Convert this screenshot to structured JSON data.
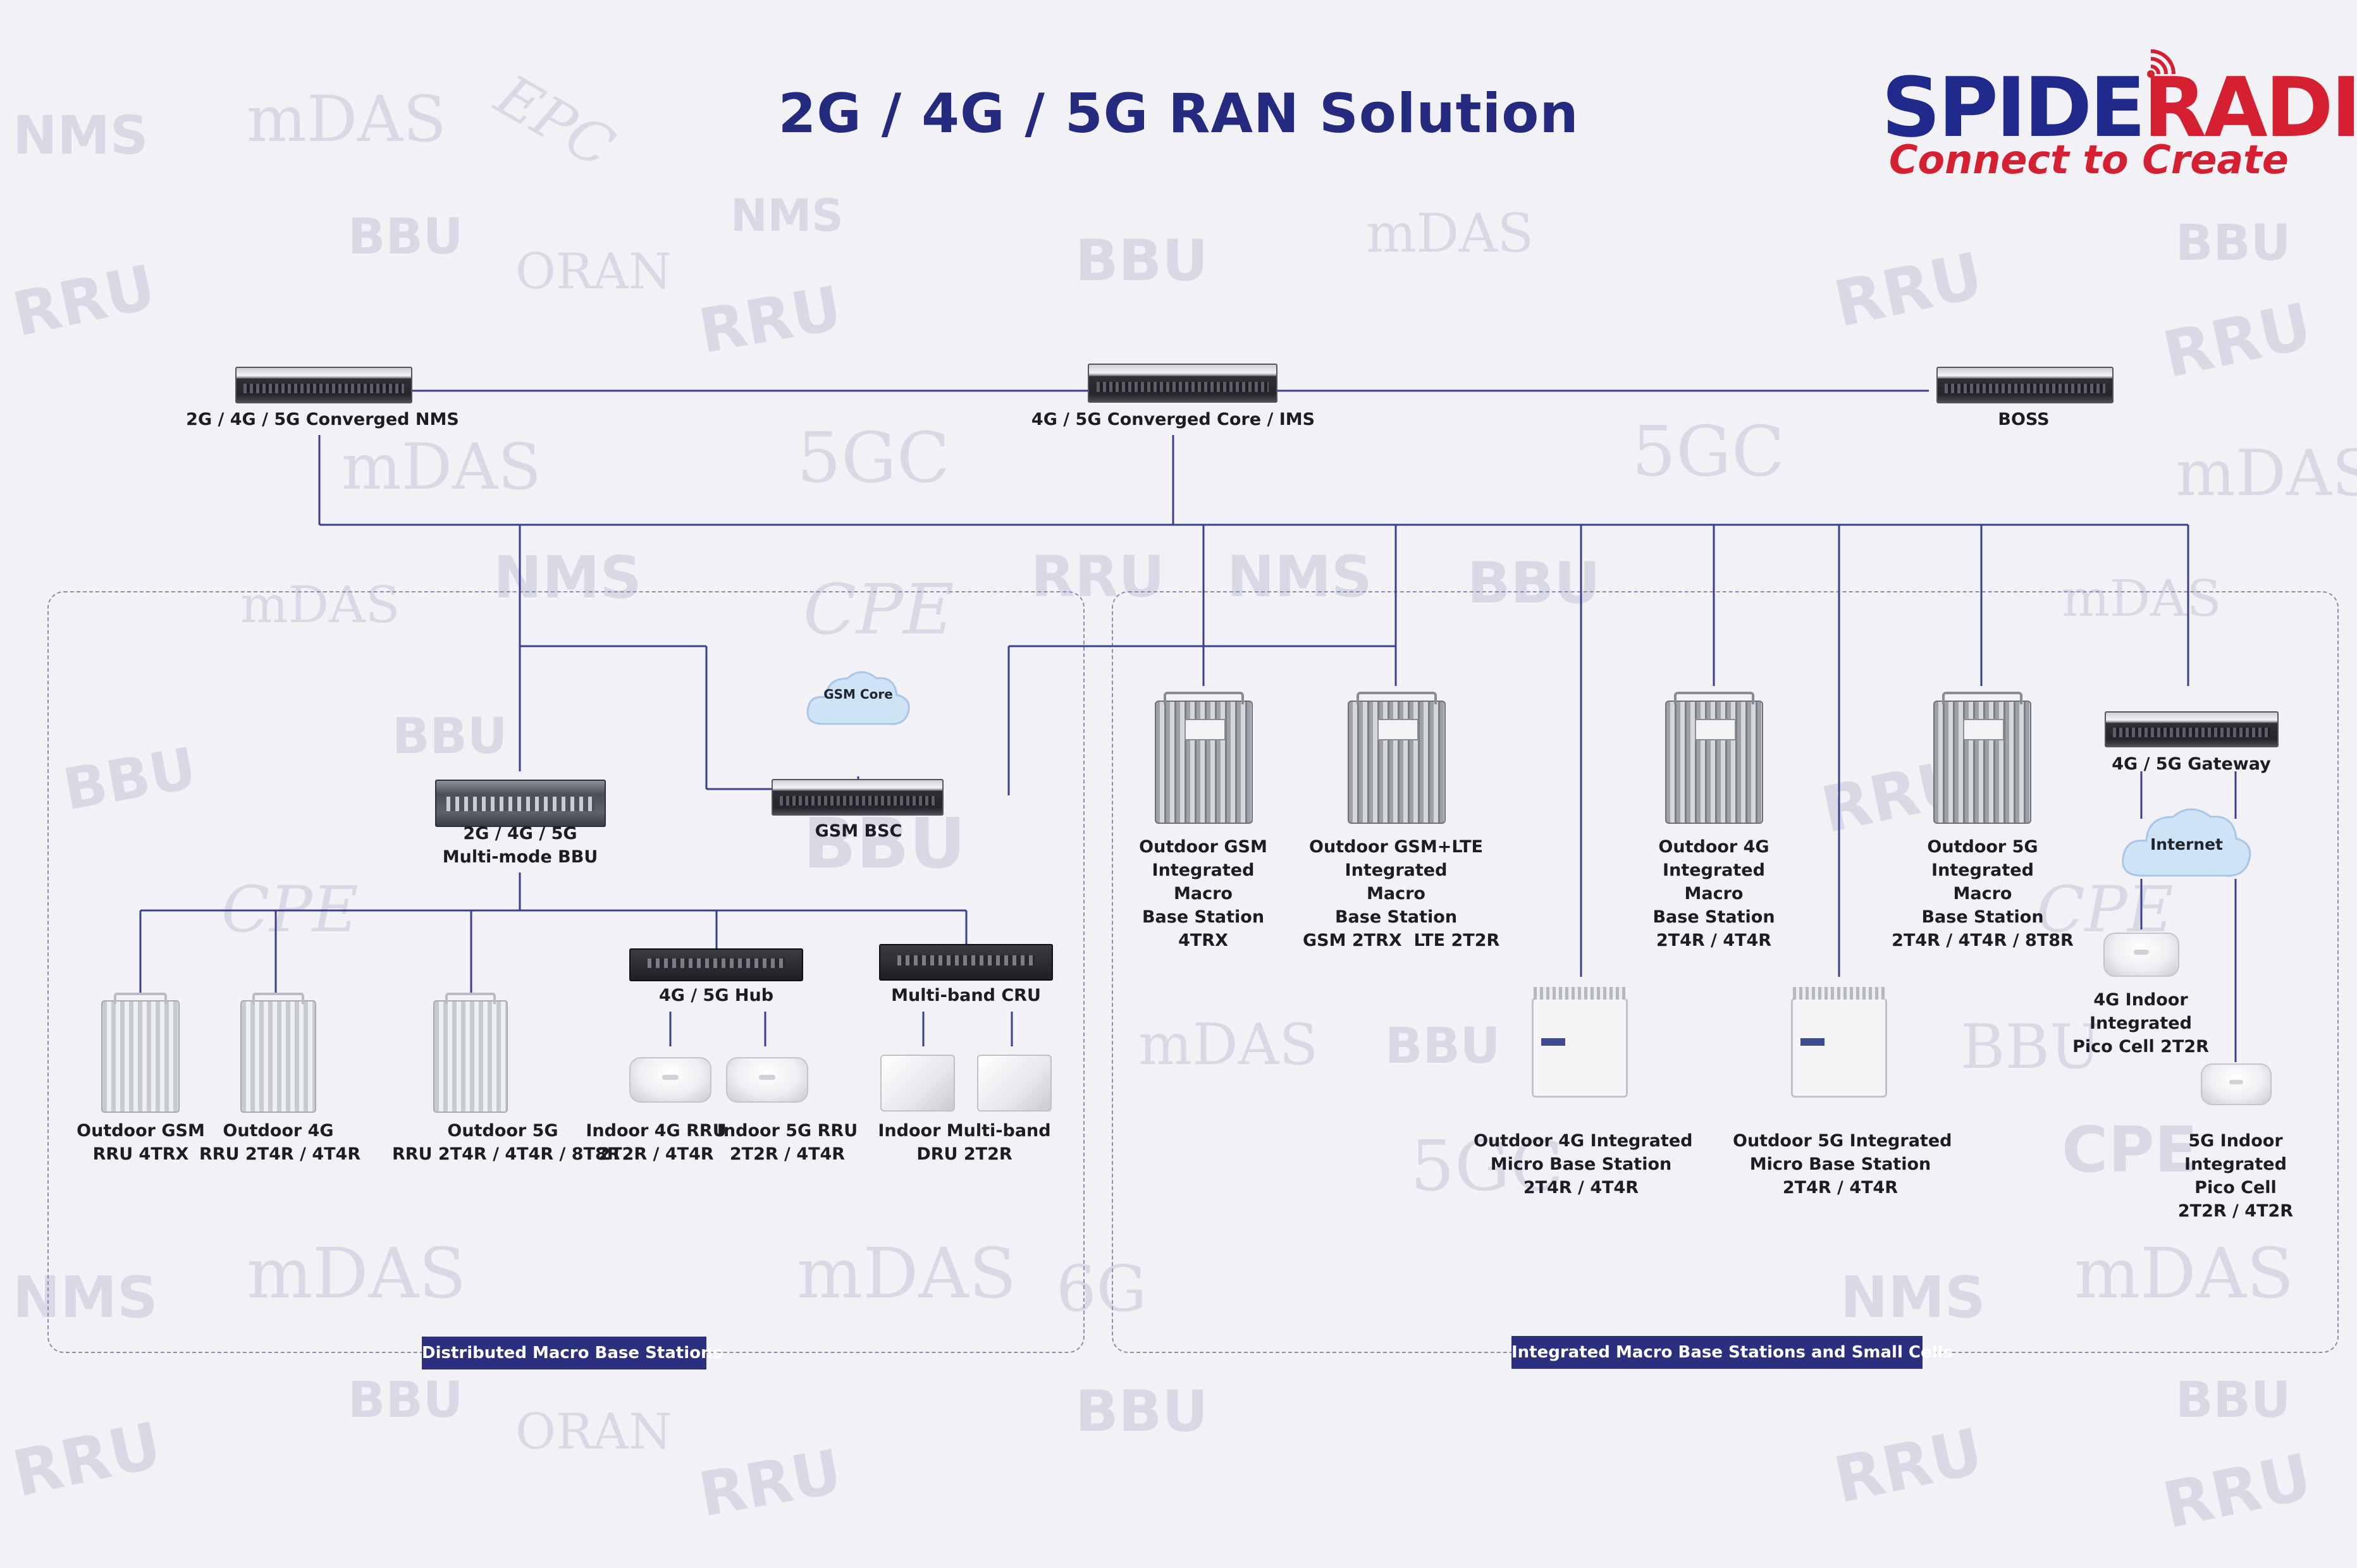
{
  "title": "2G / 4G / 5G RAN Solution",
  "logo": {
    "brand_part1": "SPIDE",
    "brand_part2": "RADIO",
    "tagline": "Connect to Create"
  },
  "core": {
    "nms": "2G / 4G / 5G Converged NMS",
    "core_ims": "4G / 5G Converged Core / IMS",
    "boss": "BOSS"
  },
  "distributed": {
    "bbu": "2G / 4G / 5G\nMulti-mode BBU",
    "gsm_core": "GSM Core",
    "gsm_bsc": "GSM BSC",
    "hub": "4G / 5G Hub",
    "cru": "Multi-band CRU",
    "outdoor_gsm_rru": "Outdoor GSM\nRRU 4TRX",
    "outdoor_4g_rru": "Outdoor 4G\nRRU 2T4R / 4T4R",
    "outdoor_5g_rru": "Outdoor 5G\nRRU 2T4R / 4T4R / 8T8R",
    "indoor_4g_rru": "Indoor 4G RRU\n2T2R / 4T4R",
    "indoor_5g_rru": "Indoor 5G RRU\n2T2R / 4T4R",
    "indoor_dru": "Indoor Multi-band\nDRU 2T2R",
    "section_label": "Distributed Macro Base Stations"
  },
  "integrated": {
    "gsm_macro": "Outdoor GSM\nIntegrated\nMacro\nBase Station\n4TRX",
    "gsm_lte_macro": "Outdoor GSM+LTE\nIntegrated\nMacro\nBase Station\nGSM 2TRX  LTE 2T2R",
    "micro_4g": "Outdoor 4G Integrated\nMicro Base Station\n2T4R / 4T4R",
    "macro_4g": "Outdoor 4G\nIntegrated\nMacro\nBase Station\n2T4R / 4T4R",
    "micro_5g": "Outdoor 5G Integrated\nMicro Base Station\n2T4R / 4T4R",
    "macro_5g": "Outdoor 5G\nIntegrated\nMacro\nBase Station\n2T4R / 4T4R / 8T8R",
    "gateway": "4G / 5G Gateway",
    "internet": "Internet",
    "pico_4g": "4G Indoor\nIntegrated\nPico Cell 2T2R",
    "pico_5g": "5G Indoor\nIntegrated\nPico Cell\n2T2R / 4T2R",
    "section_label": "Integrated Macro Base Stations and Small Cells"
  },
  "watermark_terms": [
    "NMS",
    "mDAS",
    "EPC",
    "CPE",
    "BBU",
    "RRU",
    "ORAN",
    "5GC",
    "6G"
  ],
  "colors": {
    "background": "#f1f1f6",
    "title": "#242a7e",
    "lines": "#3a3f8f",
    "badge": "#2a2f7e",
    "brand_blue": "#1f2a8c",
    "brand_red": "#d52031",
    "cloud": "#cfe3f7"
  }
}
